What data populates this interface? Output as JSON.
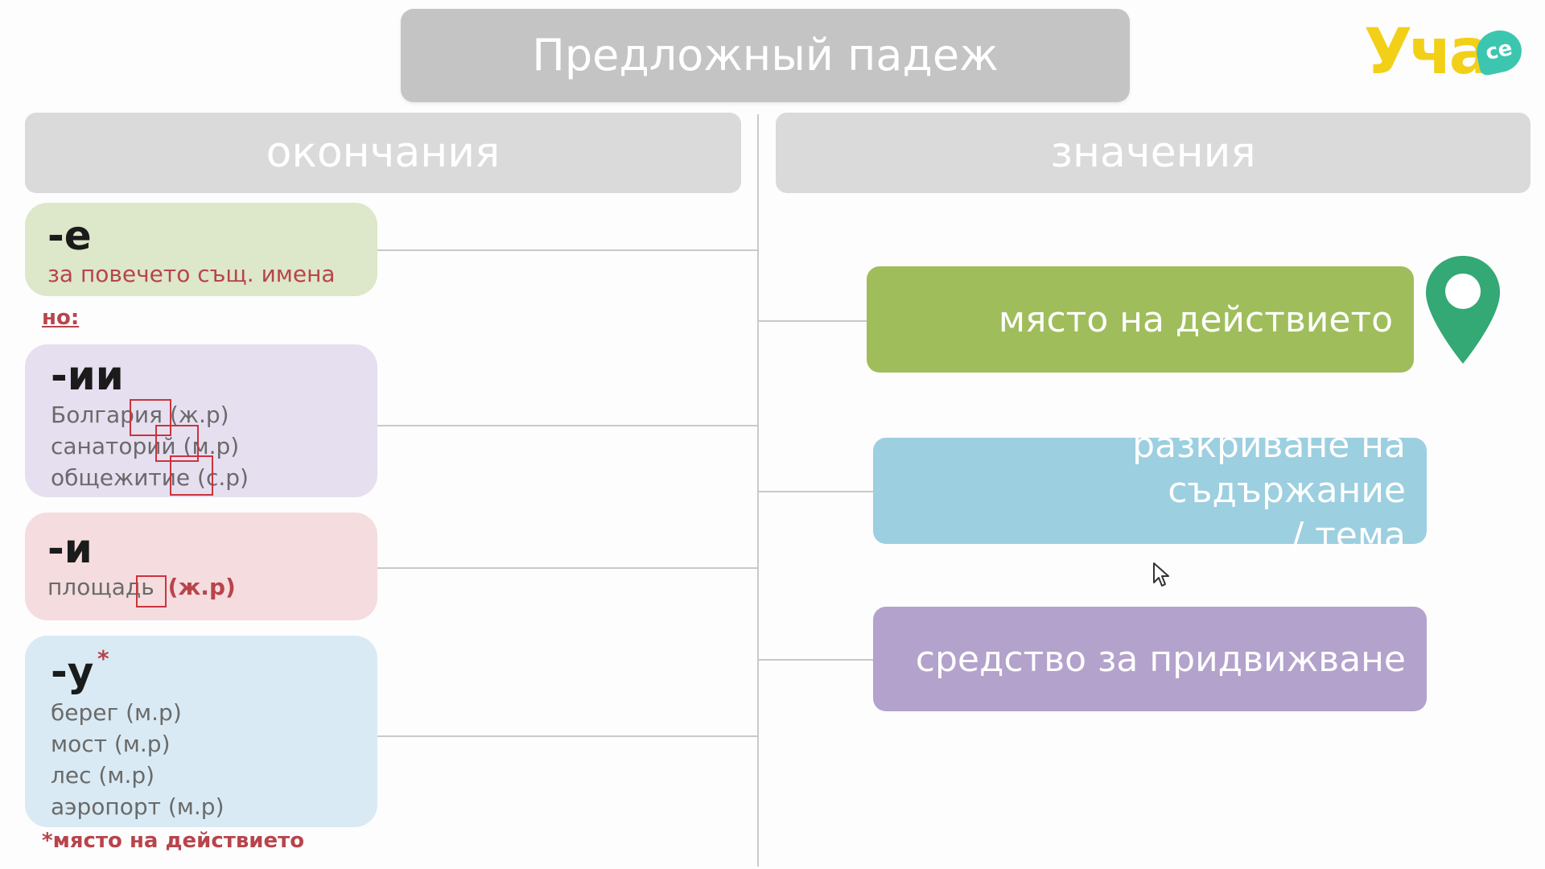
{
  "title": "Предложный падеж",
  "columns": {
    "left": "окончания",
    "right": "значения"
  },
  "logo": {
    "main": "Уча",
    "badge": "се"
  },
  "endings": [
    {
      "ending": "-е",
      "note": "за повечето същ. имена"
    },
    {
      "ending": "-ии",
      "examples": [
        "Болгария (ж.р)",
        "санаторий (м.р)",
        "общежитие (с.р)"
      ]
    },
    {
      "ending": "-и",
      "example_word": "площадь",
      "example_gender": "(ж.р)"
    },
    {
      "ending": "-у",
      "asterisk": "*",
      "examples": [
        "берег (м.р)",
        "мост (м.р)",
        "лес (м.р)",
        "аэропорт (м.р)"
      ]
    }
  ],
  "but_label": "но:",
  "footnote": "*място на действието",
  "meanings": [
    {
      "line1": "място на действието",
      "line2": "",
      "color": "#a0bd5c"
    },
    {
      "line1": "разкриване на съдържание",
      "line2": "/ тема",
      "color": "#9ccfe0"
    },
    {
      "line1": "средство за придвижване",
      "line2": "",
      "color": "#b3a2cc"
    }
  ],
  "colors": {
    "card_e": "#dde7c9",
    "card_ii": "#e6dff0",
    "card_i": "#f5dcdf",
    "card_u": "#d9eaf4",
    "pin": "#34a875",
    "accent_red": "#b8444c"
  }
}
